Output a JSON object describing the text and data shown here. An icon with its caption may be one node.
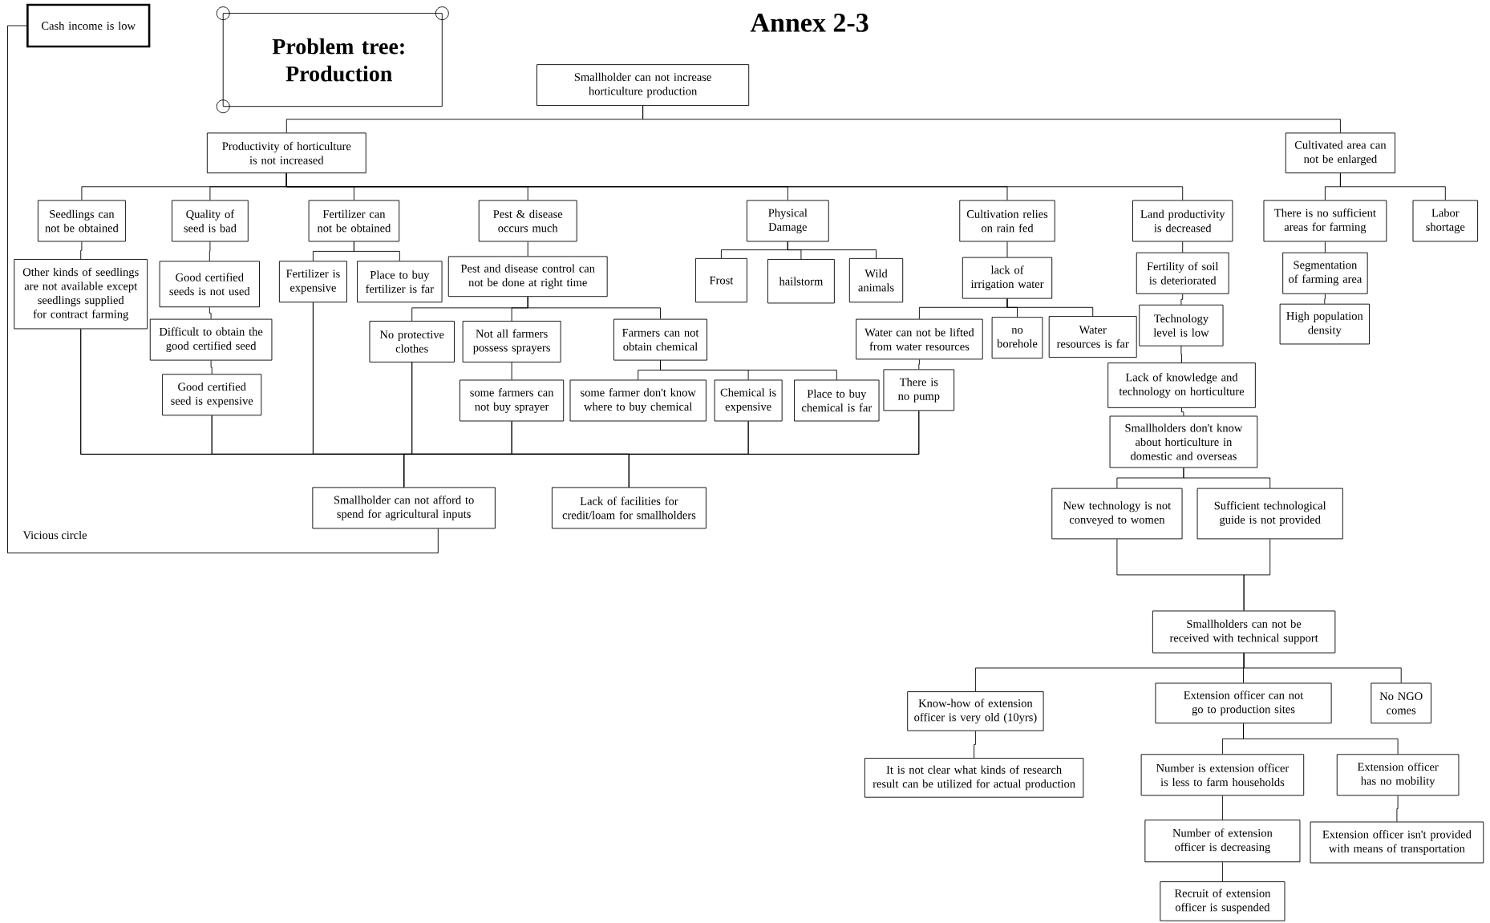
{
  "diagram": {
    "title": "Annex 2-3",
    "nodes": [
      {
        "text": [
          "Cash income is low"
        ]
      },
      {
        "text": [
          "Problem tree: Production"
        ]
      },
      {
        "text": [
          "Smallholder can not increase horticulture production"
        ]
      },
      {
        "text": [
          "Productivity of horticulture is not increased"
        ]
      },
      {
        "text": [
          "Cultivated area can not be enlarged"
        ]
      },
      {
        "text": [
          "Seedlings can not be obtained"
        ]
      },
      {
        "text": [
          "Quality of seed is bad"
        ]
      },
      {
        "text": [
          "Fertilizer can not be obtained"
        ]
      },
      {
        "text": [
          "Pest & disease occurs much"
        ]
      },
      {
        "text": [
          "Physical Damage"
        ]
      },
      {
        "text": [
          "Cultivation relies on rain fed"
        ]
      },
      {
        "text": [
          "Land productivity is decreased"
        ]
      },
      {
        "text": [
          "There is no sufficient areas for farming"
        ]
      },
      {
        "text": [
          "Labor shortage"
        ]
      },
      {
        "text": [
          "Other kinds of seedlings are not available except seedlings supplied for contract farming"
        ]
      },
      {
        "text": [
          "Good certified seeds is not used"
        ]
      },
      {
        "text": [
          "Difficult to obtain the good certified seed"
        ]
      },
      {
        "text": [
          "Good certified seed is expensive"
        ]
      },
      {
        "text": [
          "Fertilizer is expensive"
        ]
      },
      {
        "text": [
          "Place to buy fertilizer is far"
        ]
      },
      {
        "text": [
          "Pest and disease control can not be done at right time"
        ]
      },
      {
        "text": [
          "No protective clothes"
        ]
      },
      {
        "text": [
          "Not all farmers possess sprayers"
        ]
      },
      {
        "text": [
          "Farmers can not obtain chemical"
        ]
      },
      {
        "text": [
          "some farmers can not buy sprayer"
        ]
      },
      {
        "text": [
          "some farmer don't know where to buy chemical"
        ]
      },
      {
        "text": [
          "Chemical is expensive"
        ]
      },
      {
        "text": [
          "Place to buy chemical is far"
        ]
      },
      {
        "text": [
          "Frost"
        ]
      },
      {
        "text": [
          "hailstorm"
        ]
      },
      {
        "text": [
          "Wild animals"
        ]
      },
      {
        "text": [
          "lack of irrigation water"
        ]
      },
      {
        "text": [
          "Water can not be lifted from water resources"
        ]
      },
      {
        "text": [
          "no borehole"
        ]
      },
      {
        "text": [
          "Water resources is far"
        ]
      },
      {
        "text": [
          "There is no pump"
        ]
      },
      {
        "text": [
          "Fertility of soil is deteriorated"
        ]
      },
      {
        "text": [
          "Technology level is low"
        ]
      },
      {
        "text": [
          "Lack of knowledge and technology on horticulture"
        ]
      },
      {
        "text": [
          "Smallholders don't know about horticulture in domestic and overseas"
        ]
      },
      {
        "text": [
          "New technology is not conveyed to women"
        ]
      },
      {
        "text": [
          "Sufficient technological guide is not provided"
        ]
      },
      {
        "text": [
          "Smallholders can not be received with technical support"
        ]
      },
      {
        "text": [
          "Know-how of extension officer is very old (10yrs)"
        ]
      },
      {
        "text": [
          "Extension officer can not go to production sites"
        ]
      },
      {
        "text": [
          "No NGO comes"
        ]
      },
      {
        "text": [
          "It is not clear what kinds of research result can be utilized for actual production"
        ]
      },
      {
        "text": [
          "Number is extension officer is less to farm households"
        ]
      },
      {
        "text": [
          "Extension officer has no mobility"
        ]
      },
      {
        "text": [
          "Number of extension officer is decreasing"
        ]
      },
      {
        "text": [
          "Recruit of extension officer is suspended"
        ]
      },
      {
        "text": [
          "Segmentation of farming area"
        ]
      },
      {
        "text": [
          "High population density"
        ]
      },
      {
        "text": [
          "Extension officer isn't provided with means of transportation"
        ]
      },
      {
        "text": [
          "Smallholder can not afford to spend for agricultural inputs"
        ]
      },
      {
        "text": [
          "Lack of facilities for credit/loam for smallholders"
        ]
      }
    ],
    "edges": [
      {
        "from": 2,
        "to": 3,
        "arrow": "none"
      },
      {
        "from": 2,
        "to": 4,
        "arrow": "none"
      },
      {
        "from": 3,
        "to": 5,
        "arrow": "none"
      },
      {
        "from": 3,
        "to": 6,
        "arrow": "none"
      },
      {
        "from": 3,
        "to": 7,
        "arrow": "none"
      },
      {
        "from": 3,
        "to": 8,
        "arrow": "none"
      },
      {
        "from": 3,
        "to": 9,
        "arrow": "none"
      },
      {
        "from": 3,
        "to": 10,
        "arrow": "none"
      },
      {
        "from": 3,
        "to": 11,
        "arrow": "none"
      },
      {
        "from": 4,
        "to": 12,
        "arrow": "none"
      },
      {
        "from": 4,
        "to": 13,
        "arrow": "none"
      },
      {
        "from": 5,
        "to": 14,
        "arrow": "none"
      },
      {
        "from": 6,
        "to": 15,
        "arrow": "none"
      },
      {
        "from": 15,
        "to": 16,
        "arrow": "none"
      },
      {
        "from": 16,
        "to": 17,
        "arrow": "none"
      },
      {
        "from": 7,
        "to": 18,
        "arrow": "none"
      },
      {
        "from": 7,
        "to": 19,
        "arrow": "none"
      },
      {
        "from": 8,
        "to": 20,
        "arrow": "none"
      },
      {
        "from": 20,
        "to": 21,
        "arrow": "none"
      },
      {
        "from": 20,
        "to": 22,
        "arrow": "none"
      },
      {
        "from": 20,
        "to": 23,
        "arrow": "none"
      },
      {
        "from": 22,
        "to": 24,
        "arrow": "none"
      },
      {
        "from": 23,
        "to": 25,
        "arrow": "none"
      },
      {
        "from": 23,
        "to": 26,
        "arrow": "none"
      },
      {
        "from": 23,
        "to": 27,
        "arrow": "none"
      },
      {
        "from": 9,
        "to": 28,
        "arrow": "none"
      },
      {
        "from": 9,
        "to": 29,
        "arrow": "none"
      },
      {
        "from": 9,
        "to": 30,
        "arrow": "none"
      },
      {
        "from": 10,
        "to": 31,
        "arrow": "none"
      },
      {
        "from": 31,
        "to": 32,
        "arrow": "none"
      },
      {
        "from": 31,
        "to": 33,
        "arrow": "none"
      },
      {
        "from": 31,
        "to": 34,
        "arrow": "none"
      },
      {
        "from": 32,
        "to": 35,
        "arrow": "none"
      },
      {
        "from": 11,
        "to": 36,
        "arrow": "none"
      },
      {
        "from": 36,
        "to": 37,
        "arrow": "none"
      },
      {
        "from": 37,
        "to": 38,
        "arrow": "none"
      },
      {
        "from": 38,
        "to": 39,
        "arrow": "none"
      },
      {
        "from": 39,
        "to": 40,
        "arrow": "none"
      },
      {
        "from": 39,
        "to": 41,
        "arrow": "none"
      },
      {
        "from": 40,
        "to": 42,
        "arrow": "none"
      },
      {
        "from": 41,
        "to": 42,
        "arrow": "none"
      },
      {
        "from": 42,
        "to": 43,
        "arrow": "none"
      },
      {
        "from": 42,
        "to": 44,
        "arrow": "none"
      },
      {
        "from": 42,
        "to": 45,
        "arrow": "none"
      },
      {
        "from": 43,
        "to": 46,
        "arrow": "none"
      },
      {
        "from": 44,
        "to": 47,
        "arrow": "none"
      },
      {
        "from": 44,
        "to": 48,
        "arrow": "none"
      },
      {
        "from": 47,
        "to": 49,
        "arrow": "none"
      },
      {
        "from": 49,
        "to": 50,
        "arrow": "none"
      },
      {
        "from": 12,
        "to": 51,
        "arrow": "none"
      },
      {
        "from": 51,
        "to": 52,
        "arrow": "none"
      },
      {
        "from": 48,
        "to": 53,
        "arrow": "none"
      },
      {
        "from": 14,
        "to": 54,
        "arrow": "none"
      },
      {
        "from": 17,
        "to": 54,
        "arrow": "none"
      },
      {
        "from": 18,
        "to": 54,
        "arrow": "none"
      },
      {
        "from": 21,
        "to": 54,
        "arrow": "none"
      },
      {
        "from": 24,
        "to": 54,
        "arrow": "none"
      },
      {
        "from": 26,
        "to": 54,
        "arrow": "none"
      },
      {
        "from": 35,
        "to": 54,
        "arrow": "none"
      },
      {
        "from": 14,
        "to": 55,
        "arrow": "none"
      },
      {
        "from": 17,
        "to": 55,
        "arrow": "none"
      },
      {
        "from": 18,
        "to": 55,
        "arrow": "none"
      },
      {
        "from": 21,
        "to": 55,
        "arrow": "none"
      },
      {
        "from": 24,
        "to": 55,
        "arrow": "none"
      },
      {
        "from": 26,
        "to": 55,
        "arrow": "none"
      },
      {
        "from": 35,
        "to": 55,
        "arrow": "none"
      },
      {
        "from": 54,
        "to": 0,
        "arrow": "none",
        "label": "Vicious circle"
      }
    ]
  }
}
